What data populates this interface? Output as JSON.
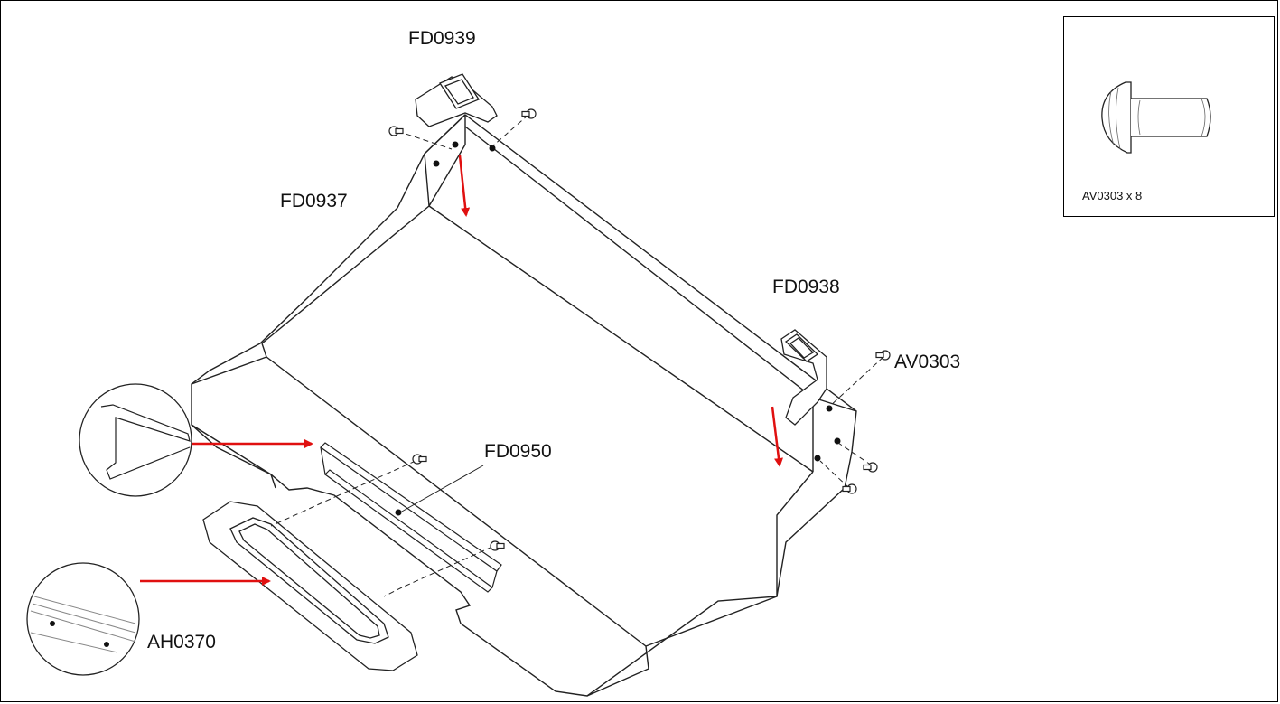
{
  "labels": {
    "fd0939": "FD0939",
    "fd0937": "FD0937",
    "fd0938": "FD0938",
    "av0303": "AV0303",
    "fd0950": "FD0950",
    "ah0370": "AH0370"
  },
  "inset": {
    "caption": "AV0303 x 8"
  },
  "colors": {
    "arrow": "#e01010",
    "line": "#222222"
  }
}
